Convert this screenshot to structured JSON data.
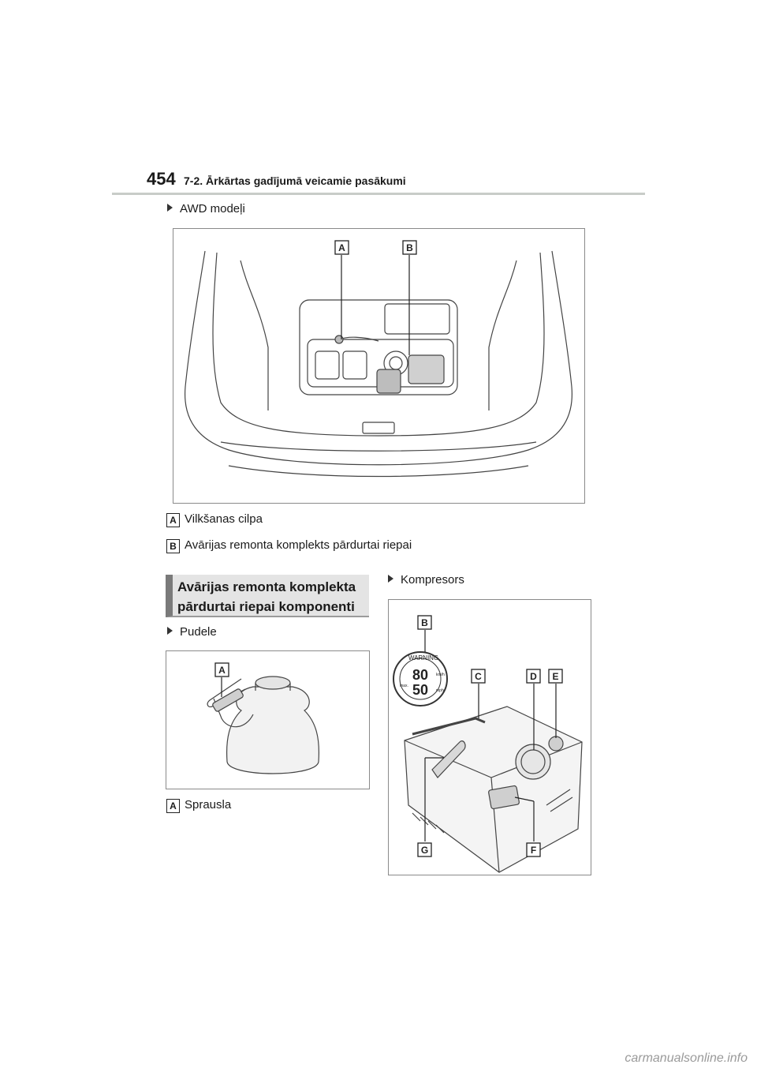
{
  "header": {
    "page_number": "454",
    "section": "7-2. Ārkārtas gadījumā veicamie pasākumi"
  },
  "awd": {
    "bullet": "AWD modeļi",
    "labels": [
      "A",
      "B"
    ],
    "captions": [
      {
        "tag": "A",
        "text": "Vilkšanas cilpa"
      },
      {
        "tag": "B",
        "text": "Avārijas remonta komplekts pārdurtai riepai"
      }
    ]
  },
  "components": {
    "heading_line1": "Avārijas remonta komplekta",
    "heading_line2": "pārdurtai riepai komponenti"
  },
  "bottle": {
    "bullet": "Pudele",
    "label": "A",
    "caption": {
      "tag": "A",
      "text": "Sprausla"
    }
  },
  "compressor": {
    "bullet": "Kompresors",
    "labels": [
      "B",
      "C",
      "D",
      "E",
      "G",
      "F"
    ],
    "sticker": {
      "top": "WARNING",
      "speed1": "80",
      "speed2": "50",
      "unit1": "km/h",
      "unit2": "mph",
      "max": "max."
    }
  },
  "watermark": "carmanualsonline.info"
}
